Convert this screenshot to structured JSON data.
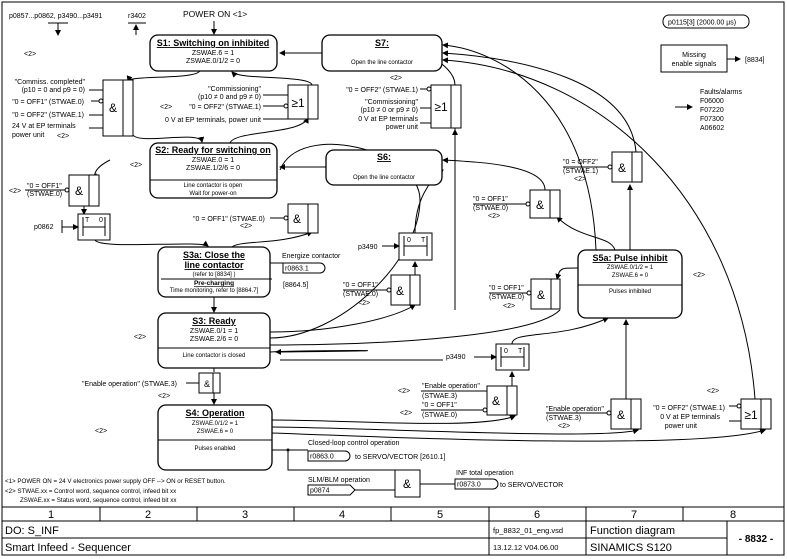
{
  "header": {
    "params_left": "p0857...p0862, p3490...p3491",
    "param_r3402": "r3402",
    "power_on": "POWER ON <1>",
    "sampling": "p0115[3] (2000.00 µs)",
    "missing_enable": [
      "Missing",
      "enable signals"
    ],
    "missing_ref": "[8834]",
    "faults_title": "Faults/alarms",
    "faults": [
      "F06000",
      "F07220",
      "F07300",
      "A06602"
    ]
  },
  "states": {
    "s1": {
      "title": "S1: Switching on inhibited",
      "lines": [
        "ZSWAE.6 = 1",
        "ZSWAE.0/1/2 = 0"
      ]
    },
    "s7": {
      "title": "S7:",
      "lines": [
        "Open the line contactor"
      ]
    },
    "s2": {
      "title": "S2: Ready for switching on",
      "lines": [
        "ZSWAE.0 = 1",
        "ZSWAE.1/2/6 = 0"
      ],
      "sub": [
        "Line contactor is open",
        "Wait for power-on"
      ]
    },
    "s6": {
      "title": "S6:",
      "lines": [
        "Open the line contactor"
      ]
    },
    "s3a": {
      "title": [
        "S3a: Close the",
        "line contactor"
      ],
      "lines": [
        "(refer to [8834] )"
      ],
      "sub_title": "Pre-charging",
      "sub": [
        "Time monitoring, refer to [8864.7]"
      ]
    },
    "s3": {
      "title": "S3: Ready",
      "lines": [
        "ZSWAE.0/1 = 1",
        "ZSWAE.2/6 = 0"
      ],
      "sub": [
        "Line contactor is closed"
      ]
    },
    "s4": {
      "title": "S4: Operation",
      "lines": [
        "ZSWAE.0/1/2 = 1",
        "ZSWAE.6 = 0"
      ],
      "sub": [
        "Pulses enabled"
      ]
    },
    "s5a": {
      "title": "S5a: Pulse inhibit",
      "lines": [
        "ZSWAE.0/1/2 = 1",
        "ZSWAE.6 = 0"
      ],
      "sub": [
        "Pulses inhibited"
      ]
    }
  },
  "gates": {
    "and": "&",
    "or": "≥1",
    "timer_t0": [
      "T",
      "0"
    ],
    "timer_0t": [
      "0",
      "T"
    ]
  },
  "ref2": "<2>",
  "signals": {
    "commiss_completed": [
      "\"Commiss. completed\"",
      "(p10 = 0 and p9 = 0)"
    ],
    "off1_stwae0": "\"0 = OFF1\" (STWAE.0)",
    "off2_stwae1": "\"0 = OFF2\" (STWAE.1)",
    "v24": [
      "24 V at EP terminals",
      "power unit"
    ],
    "commissioning_and": [
      "\"Commissioning\"",
      "(p10 ≠ 0 and p9 ≠ 0)"
    ],
    "commissioning_or": [
      "\"Commissioning\"",
      "(p10 ≠ 0 or p9 ≠ 0)"
    ],
    "v0_power_unit": "0 V at EP terminals, power unit",
    "v0_lines": [
      "0 V at EP terminals",
      "power unit"
    ],
    "off1_q": "\"0 = OFF1\"",
    "off2_q": "\"0 = OFF2\"",
    "stwae0": "(STWAE.0)",
    "stwae1": "(STWAE.1)",
    "stwae3": "(STWAE.3)",
    "enable_op": "\"Enable operation\"",
    "enable_op_stwae3": "\"Enable operation\" (STWAE.3)",
    "p0862": "p0862",
    "p3490": "p3490",
    "energize": "Energize contactor",
    "r0863_1": "r0863.1",
    "ref_8864_5": "[8864.5]",
    "closed_loop": "Closed-loop control operation",
    "r0863_0": "r0863.0",
    "to_servo_2610": "to SERVO/VECTOR  [2610.1]",
    "slm_blm": "SLM/BLM operation",
    "p0874": "p0874",
    "inf_total": "INF total operation",
    "r0873_0": "r0873.0",
    "to_servo": "to SERVO/VECTOR"
  },
  "footnotes": [
    "<1> POWER ON = 24 V electronics power supply OFF --> ON or RESET button.",
    "<2> STWAE.xx = Control word, sequence control, infeed bit xx",
    "ZSWAE.xx = Status word, sequence control, infeed bit xx"
  ],
  "footer": {
    "columns": [
      "1",
      "2",
      "3",
      "4",
      "5",
      "6",
      "7",
      "8"
    ],
    "do": "DO: S_INF",
    "title": "Smart Infeed - Sequencer",
    "file": "fp_8832_01_eng.vsd",
    "date": "13.12.12  V04.06.00",
    "type": "Function diagram",
    "product": "SINAMICS S120",
    "number": "- 8832 -"
  }
}
